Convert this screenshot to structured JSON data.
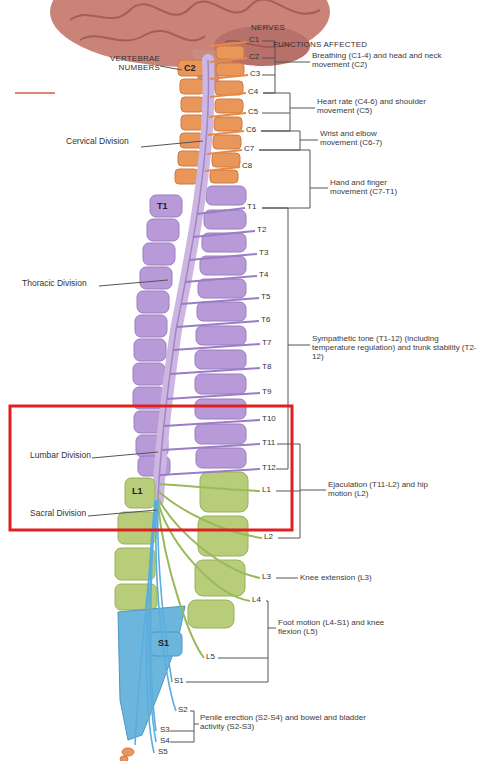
{
  "diagram": {
    "labels": [
      "NERVES",
      "C1",
      "FUNCTIONS AFFECTED",
      "VERTEBRAE NUMBERS",
      "C2",
      "C2",
      "Breathing (C1-4) and head and neck movement (C2)",
      "C3",
      "C4",
      "Cervical Division",
      "C5",
      "Heart rate (C4-6) and shoulder movement (C5)",
      "C6",
      "Wrist and elbow movement (C6-7)",
      "C7",
      "C8",
      "Hand and finger movement (C7-T1)",
      "T1",
      "T1",
      "Thoracic Division",
      "T2",
      "T3",
      "T4",
      "T5",
      "T6",
      "T7",
      "T8",
      "T9",
      "Sympathetic tone (T1-12) (including temperature regulation) and trunk stability (T2-12)",
      "T10",
      "Lumbar Division",
      "T11",
      "T12",
      "L1",
      "Sacral Division",
      "L1",
      "Ejaculation (T11-L2) and hip motion (L2)",
      "L2",
      "L3",
      "Knee extension (L3)",
      "L4",
      "S1",
      "L5",
      "Foot motion (L4-S1) and knee flexion (L5)",
      "S1",
      "S2",
      "S3",
      "S4",
      "S5",
      "Penile erection (S2-S4) and bowel and bladder activity (S2-S3)"
    ]
  }
}
